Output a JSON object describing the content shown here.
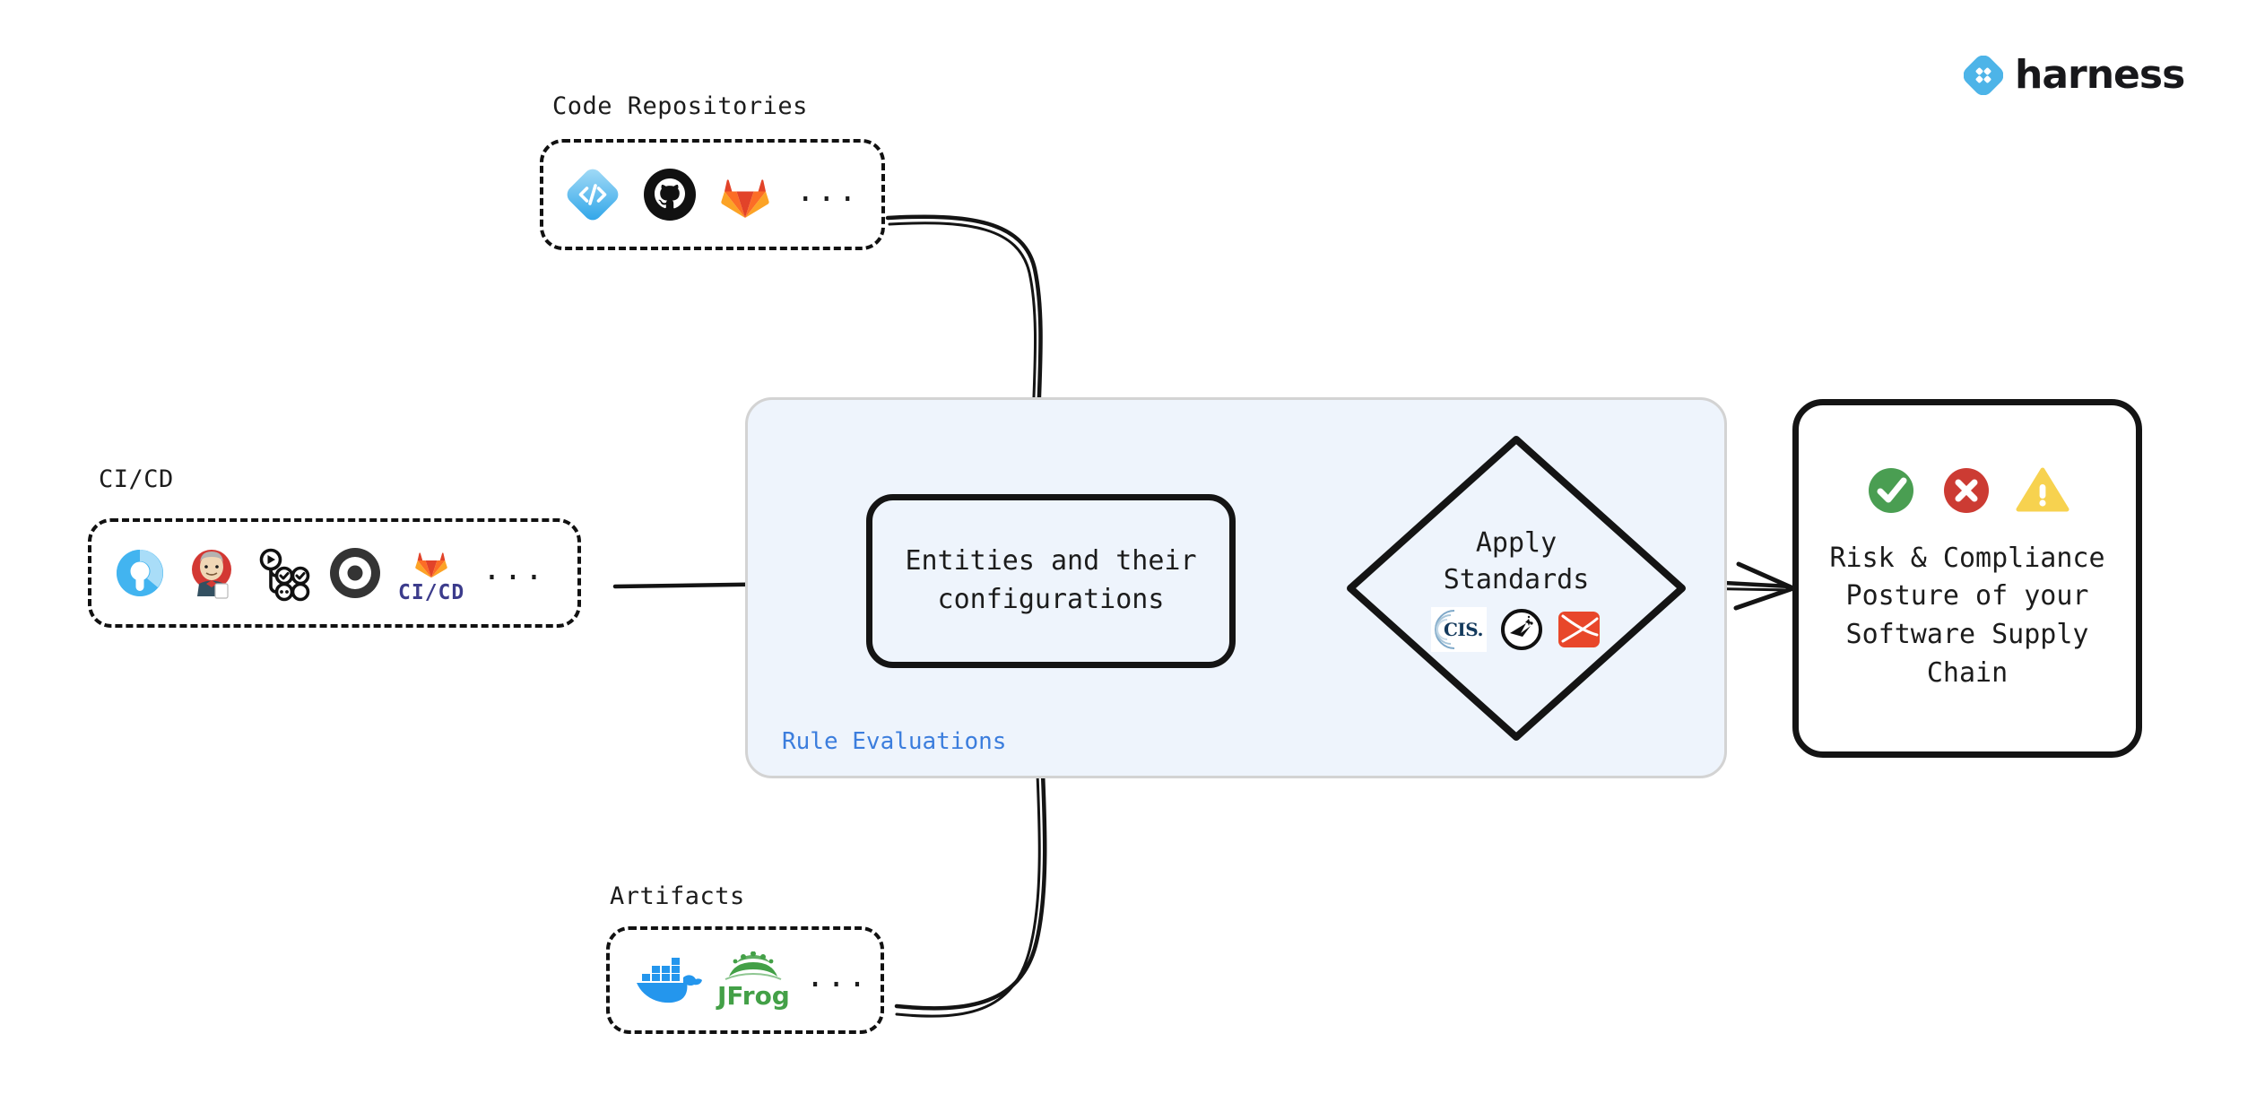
{
  "brand": {
    "name": "harness",
    "mark_color": "#4db4e8"
  },
  "sources": [
    {
      "id": "code-repositories",
      "caption": "Code Repositories",
      "ellipsis": "...",
      "icons": [
        {
          "name": "harness-code-icon",
          "label": "Harness Code"
        },
        {
          "name": "github-icon",
          "label": "GitHub"
        },
        {
          "name": "gitlab-icon",
          "label": "GitLab"
        }
      ]
    },
    {
      "id": "ci-cd",
      "caption": "CI/CD",
      "ellipsis": "...",
      "icons": [
        {
          "name": "harness-ci-icon",
          "label": "Harness CI"
        },
        {
          "name": "jenkins-icon",
          "label": "Jenkins"
        },
        {
          "name": "github-actions-icon",
          "label": "GitHub Actions"
        },
        {
          "name": "circleci-icon",
          "label": "CircleCI"
        },
        {
          "name": "gitlab-cicd-icon",
          "label": "GitLab CI/CD",
          "text": "CI/CD"
        }
      ]
    },
    {
      "id": "artifacts",
      "caption": "Artifacts",
      "ellipsis": "...",
      "icons": [
        {
          "name": "docker-icon",
          "label": "Docker"
        },
        {
          "name": "jfrog-icon",
          "label": "JFrog",
          "text": "JFrog"
        }
      ]
    }
  ],
  "panel": {
    "label": "Rule Evaluations",
    "fill": "#eef4fc",
    "border": "#d3d3d3",
    "label_color": "#3b7ddd"
  },
  "entities": {
    "text": "Entities and their\nconfigurations"
  },
  "standards": {
    "text": "Apply\nStandards",
    "icons": [
      {
        "name": "cis-icon",
        "label": "CIS",
        "text": "CIS."
      },
      {
        "name": "openssf-scorecard-icon",
        "label": "OpenSSF Scorecard"
      },
      {
        "name": "slsa-icon",
        "label": "SLSA"
      }
    ]
  },
  "outcome": {
    "text": "Risk & Compliance\nPosture of your\nSoftware Supply\nChain",
    "statuses": [
      {
        "name": "success-check-icon",
        "label": "Pass",
        "color": "#4a9e52"
      },
      {
        "name": "error-cross-icon",
        "label": "Fail",
        "color": "#cc3b33"
      },
      {
        "name": "warning-triangle-icon",
        "label": "Warning",
        "color": "#f7d24f"
      }
    ]
  }
}
